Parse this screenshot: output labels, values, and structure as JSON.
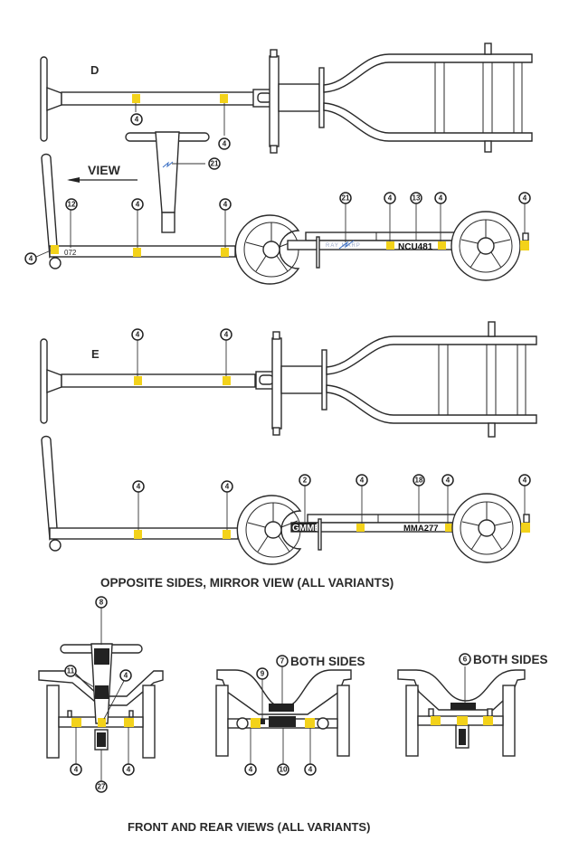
{
  "diagram": {
    "section_d": {
      "label": "D",
      "view_label": "VIEW",
      "bar_text": "072",
      "plate_text": "NCU481",
      "callouts_top": [
        "4",
        "4"
      ],
      "callout_tbar": "21",
      "callouts_side": [
        "12",
        "4",
        "4",
        "4",
        "21",
        "4",
        "13",
        "4",
        "4"
      ]
    },
    "section_e": {
      "label": "E",
      "plate_front_text": "GMMB",
      "plate_rear_text": "MMA277",
      "callouts_top": [
        "4",
        "4"
      ],
      "callouts_side": [
        "4",
        "4",
        "2",
        "4",
        "18",
        "4",
        "4"
      ]
    },
    "caption_mirror": "OPPOSITE SIDES, MIRROR  VIEW (ALL VARIANTS)",
    "front_views": [
      {
        "name": "front",
        "callouts": [
          "8",
          "11",
          "4",
          "4",
          "4",
          "27"
        ]
      },
      {
        "name": "rear-1",
        "heading_number": "7",
        "heading_text": "BOTH SIDES",
        "callouts": [
          "9",
          "4",
          "10",
          "4"
        ]
      },
      {
        "name": "rear-2",
        "heading_number": "6",
        "heading_text": "BOTH SIDES",
        "callouts": []
      }
    ],
    "caption_front_rear": "FRONT AND REAR VIEWS (ALL VARIANTS)",
    "colors": {
      "marker": "#f3d21a",
      "line": "#2a2a2a"
    }
  }
}
